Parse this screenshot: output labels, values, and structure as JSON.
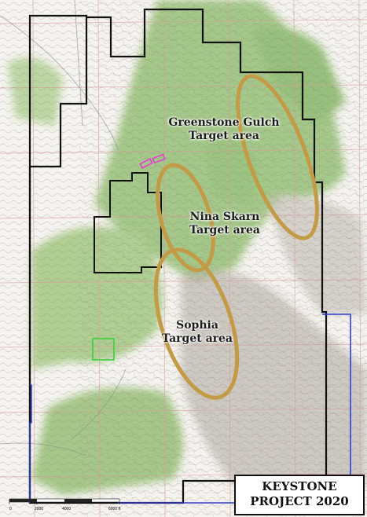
{
  "map": {
    "target_areas": [
      {
        "line1": "Greenstone Gulch",
        "line2": "Target area"
      },
      {
        "line1": "Nina Skarn",
        "line2": "Target area"
      },
      {
        "line1": "Sophia",
        "line2": "Target area"
      }
    ],
    "title": {
      "line1": "KEYSTONE",
      "line2_word": "PROJECT",
      "line2_year": "2020"
    },
    "scale_labels": [
      "0",
      "2000",
      "4000",
      "6000 ft"
    ],
    "colors": {
      "target_ellipse": "#c39a45",
      "claim_boundary": "#111111",
      "blue_boundary": "#2b3fd0",
      "vegetation": "#9cc47f",
      "pink_claims": "#e33fd1",
      "green_square": "#3ecf3e",
      "grid": "#d99a9a"
    }
  }
}
